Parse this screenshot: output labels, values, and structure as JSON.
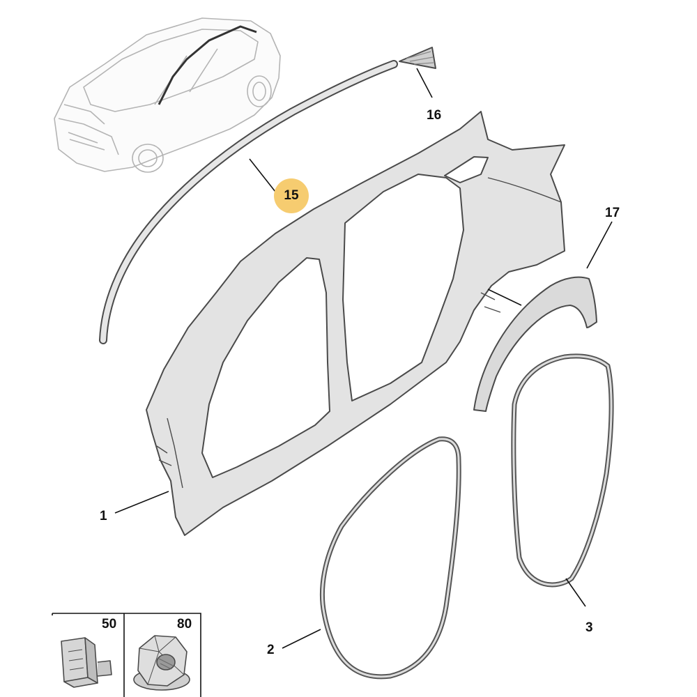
{
  "diagram": {
    "callouts": [
      {
        "id": "1",
        "label": "1"
      },
      {
        "id": "2",
        "label": "2"
      },
      {
        "id": "3",
        "label": "3"
      },
      {
        "id": "15",
        "label": "15",
        "highlighted": true
      },
      {
        "id": "16",
        "label": "16"
      },
      {
        "id": "17",
        "label": "17"
      }
    ],
    "insets": [
      {
        "id": "50",
        "label": "50"
      },
      {
        "id": "80",
        "label": "80"
      }
    ]
  },
  "colors": {
    "highlight": "#f6cc70",
    "panel_fill": "#e3e3e3",
    "panel_stroke": "#4a4a4a",
    "seal_stroke": "#555555",
    "car_outline": "#b4b4b4"
  }
}
